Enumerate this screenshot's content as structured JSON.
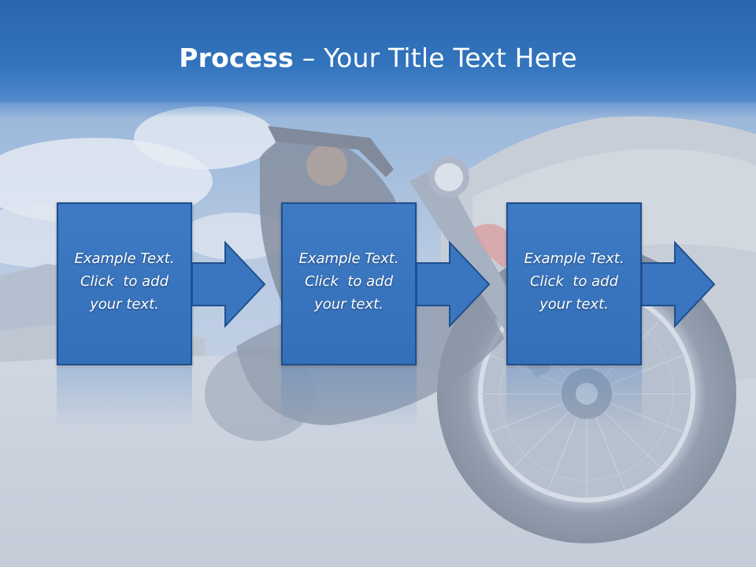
{
  "slide": {
    "title_bold": "Process",
    "title_rest": " – Your Title Text Here",
    "steps": [
      {
        "lines": [
          "Example Text.",
          "Click  to add",
          "your text."
        ]
      },
      {
        "lines": [
          "Example Text.",
          "Click  to add",
          "your text."
        ]
      },
      {
        "lines": [
          "Example Text.",
          "Click  to add",
          "your text."
        ]
      }
    ],
    "background": "motorcycle-rider-road-scene",
    "colors": {
      "title_band": "#3274bd",
      "box_fill": "#3a76c0",
      "box_border": "#1f4f8c",
      "text": "#ffffff"
    }
  }
}
